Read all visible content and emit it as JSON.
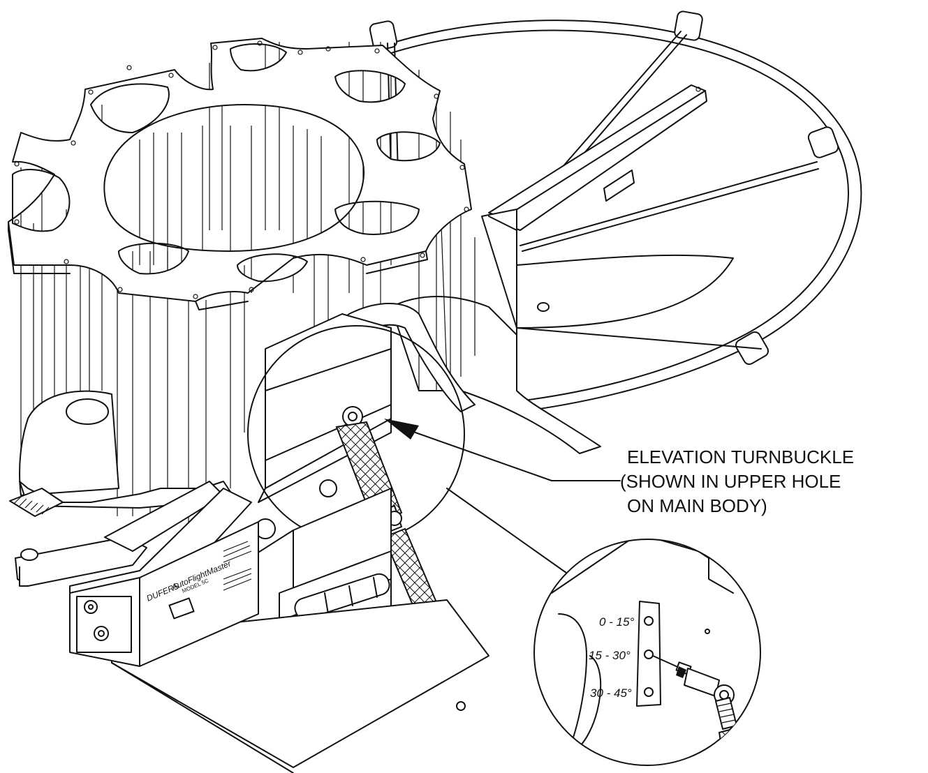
{
  "callout": {
    "line1": "ELEVATION TURNBUCKLE",
    "line2": "(SHOWN IN UPPER HOLE",
    "line3": "ON MAIN BODY)"
  },
  "detail": {
    "angle_marks": [
      "0 - 15°",
      "15 - 30°",
      "30 - 45°"
    ]
  },
  "control_box": {
    "brand": "DUFERS",
    "product": "AutoFlightMaster",
    "model": "MODEL 5C"
  }
}
